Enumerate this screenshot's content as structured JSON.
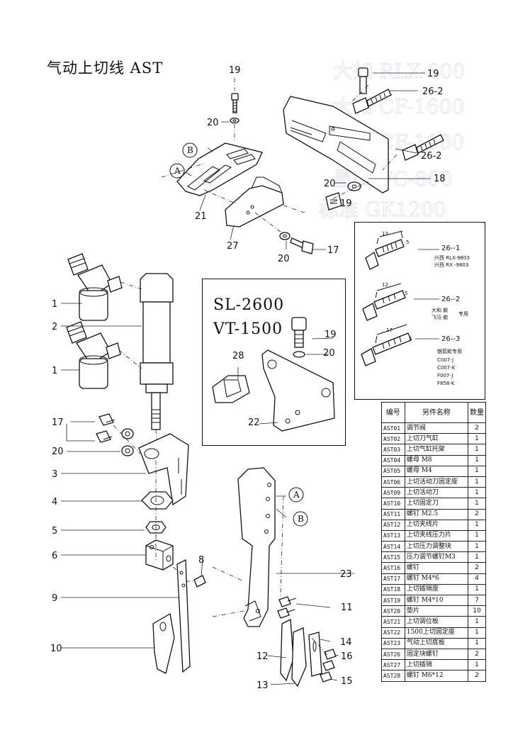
{
  "title": "气动上切线 AST",
  "variant_box": {
    "models": [
      "SL-2600",
      "VT-1500"
    ],
    "callouts": [
      "19",
      "20",
      "28",
      "22"
    ]
  },
  "screw_detail": {
    "items": [
      {
        "callout": "26--1",
        "dims": [
          "12",
          "5"
        ],
        "notes": [
          "兴西 RLX-9803",
          "兴西 RX -9803"
        ]
      },
      {
        "callout": "26--2",
        "dims": [
          "12",
          "5"
        ],
        "notes": [
          "大和  款",
          "飞马  款",
          "专用"
        ]
      },
      {
        "callout": "26--3",
        "dims": [
          "17",
          "5"
        ],
        "notes": [
          "银箭款专用",
          "C007-J",
          "C007-K",
          "F007-J",
          "F858-K"
        ]
      }
    ]
  },
  "callouts": {
    "c19a": "19",
    "c20a": "20",
    "cA": "A",
    "cB": "B",
    "c21": "21",
    "c27": "27",
    "c20b": "20",
    "c17a": "17",
    "c19b": "19",
    "c262a": "26-2",
    "c262b": "26-2",
    "c18": "18",
    "c20c": "20",
    "c19c": "19",
    "c1a": "1",
    "c2": "2",
    "c1b": "1",
    "c17b": "17",
    "c20d": "20",
    "c3": "3",
    "c4": "4",
    "c5": "5",
    "c6": "6",
    "c8": "8",
    "c9": "9",
    "c10": "10",
    "cA2": "A",
    "cB2": "B",
    "c23": "23",
    "c11": "11",
    "c14": "14",
    "c12": "12",
    "c16": "16",
    "c13": "13",
    "c15": "15"
  },
  "parts_table": {
    "headers": [
      "编号",
      "另件名称",
      "数量"
    ],
    "rows": [
      {
        "code": "AST01",
        "name": "调节阀",
        "qty": "2"
      },
      {
        "code": "AST02",
        "name": "上切刀气缸",
        "qty": "1"
      },
      {
        "code": "AST03",
        "name": "上切气缸托架",
        "qty": "1"
      },
      {
        "code": "AST04",
        "name": "螺母 M8",
        "qty": "1"
      },
      {
        "code": "AST05",
        "name": "螺母 M4",
        "qty": "1"
      },
      {
        "code": "AST06",
        "name": "上切活动刀固定座",
        "qty": "1"
      },
      {
        "code": "AST09",
        "name": "上切活动刀",
        "qty": "1"
      },
      {
        "code": "AST10",
        "name": "上切固定刀",
        "qty": "1"
      },
      {
        "code": "AST11",
        "name": "螺钉 M2.5",
        "qty": "2"
      },
      {
        "code": "AST12",
        "name": "上切夹线片",
        "qty": "1"
      },
      {
        "code": "AST13",
        "name": "上切夹线压力片",
        "qty": "1"
      },
      {
        "code": "AST14",
        "name": "上切压力调整块",
        "qty": "1"
      },
      {
        "code": "AST15",
        "name": "压力调节螺钉M3",
        "qty": "1"
      },
      {
        "code": "AST16",
        "name": "螺钉",
        "qty": "2"
      },
      {
        "code": "AST17",
        "name": "螺钉 M4*6",
        "qty": "4"
      },
      {
        "code": "AST18",
        "name": "上切插销座",
        "qty": "1"
      },
      {
        "code": "AST19",
        "name": "螺钉 M4*10",
        "qty": "7"
      },
      {
        "code": "AST20",
        "name": "垫片",
        "qty": "10"
      },
      {
        "code": "AST21",
        "name": "上切调位板",
        "qty": "1"
      },
      {
        "code": "AST22",
        "name": "1500上切固定座",
        "qty": "1"
      },
      {
        "code": "AST23",
        "name": "气动上切底板",
        "qty": "1"
      },
      {
        "code": "AST26",
        "name": "固定块螺钉",
        "qty": "2"
      },
      {
        "code": "AST27",
        "name": "上切插销",
        "qty": "1"
      },
      {
        "code": "AST28",
        "name": "螺钉 M6*12",
        "qty": "2"
      }
    ]
  }
}
